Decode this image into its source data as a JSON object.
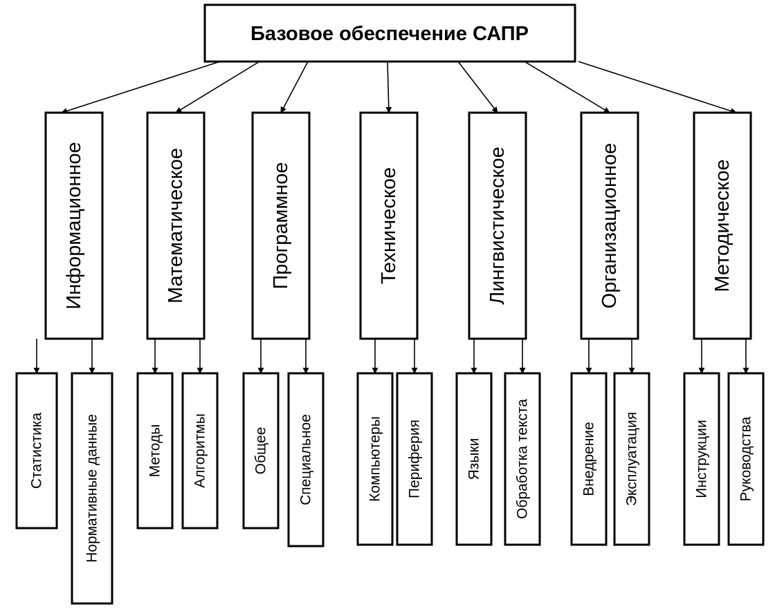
{
  "diagram": {
    "root": "Базовое обеспечение САПР",
    "categories": [
      {
        "label": "Информационное",
        "children": [
          "Статистика",
          "Нормативные данные"
        ]
      },
      {
        "label": "Математическое",
        "children": [
          "Методы",
          "Алгоритмы"
        ]
      },
      {
        "label": "Программное",
        "children": [
          "Общее",
          "Специальное"
        ]
      },
      {
        "label": "Техническое",
        "children": [
          "Компьютеры",
          "Периферия"
        ]
      },
      {
        "label": "Лингвистическое",
        "children": [
          "Языки",
          "Обработка текста"
        ]
      },
      {
        "label": "Организационное",
        "children": [
          "Внедрение",
          "Эксплуатация"
        ]
      },
      {
        "label": "Методическое",
        "children": [
          "Инструкции",
          "Руководства"
        ]
      }
    ]
  }
}
